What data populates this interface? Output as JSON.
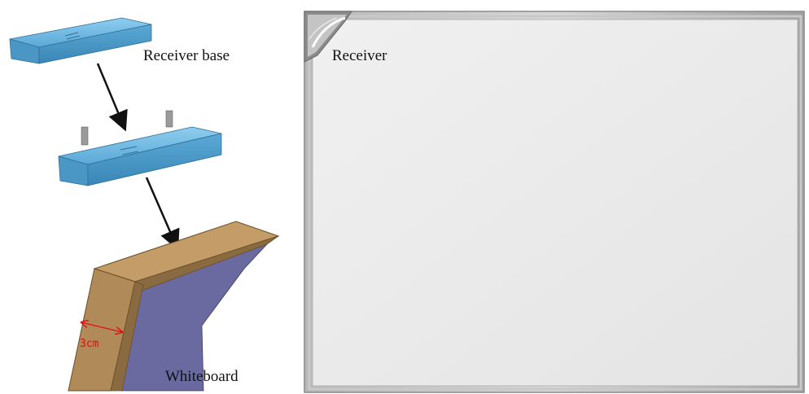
{
  "labels": {
    "receiver_base": "Receiver base",
    "receiver": "Receiver",
    "whiteboard": "Whiteboard",
    "measurement": "3cm"
  },
  "colors": {
    "receiver_blue": "#5aa9d6",
    "receiver_blue_dark": "#3a86b6",
    "frame_wood": "#b08a58",
    "frame_wood_dark": "#8a6a40",
    "board_surface": "#6a6aa0",
    "measure_red": "#e01010",
    "panel_gray": "#ebebeb",
    "panel_border": "#9a9a9a"
  },
  "icons": {
    "corner": "receiver-corner-icon"
  }
}
